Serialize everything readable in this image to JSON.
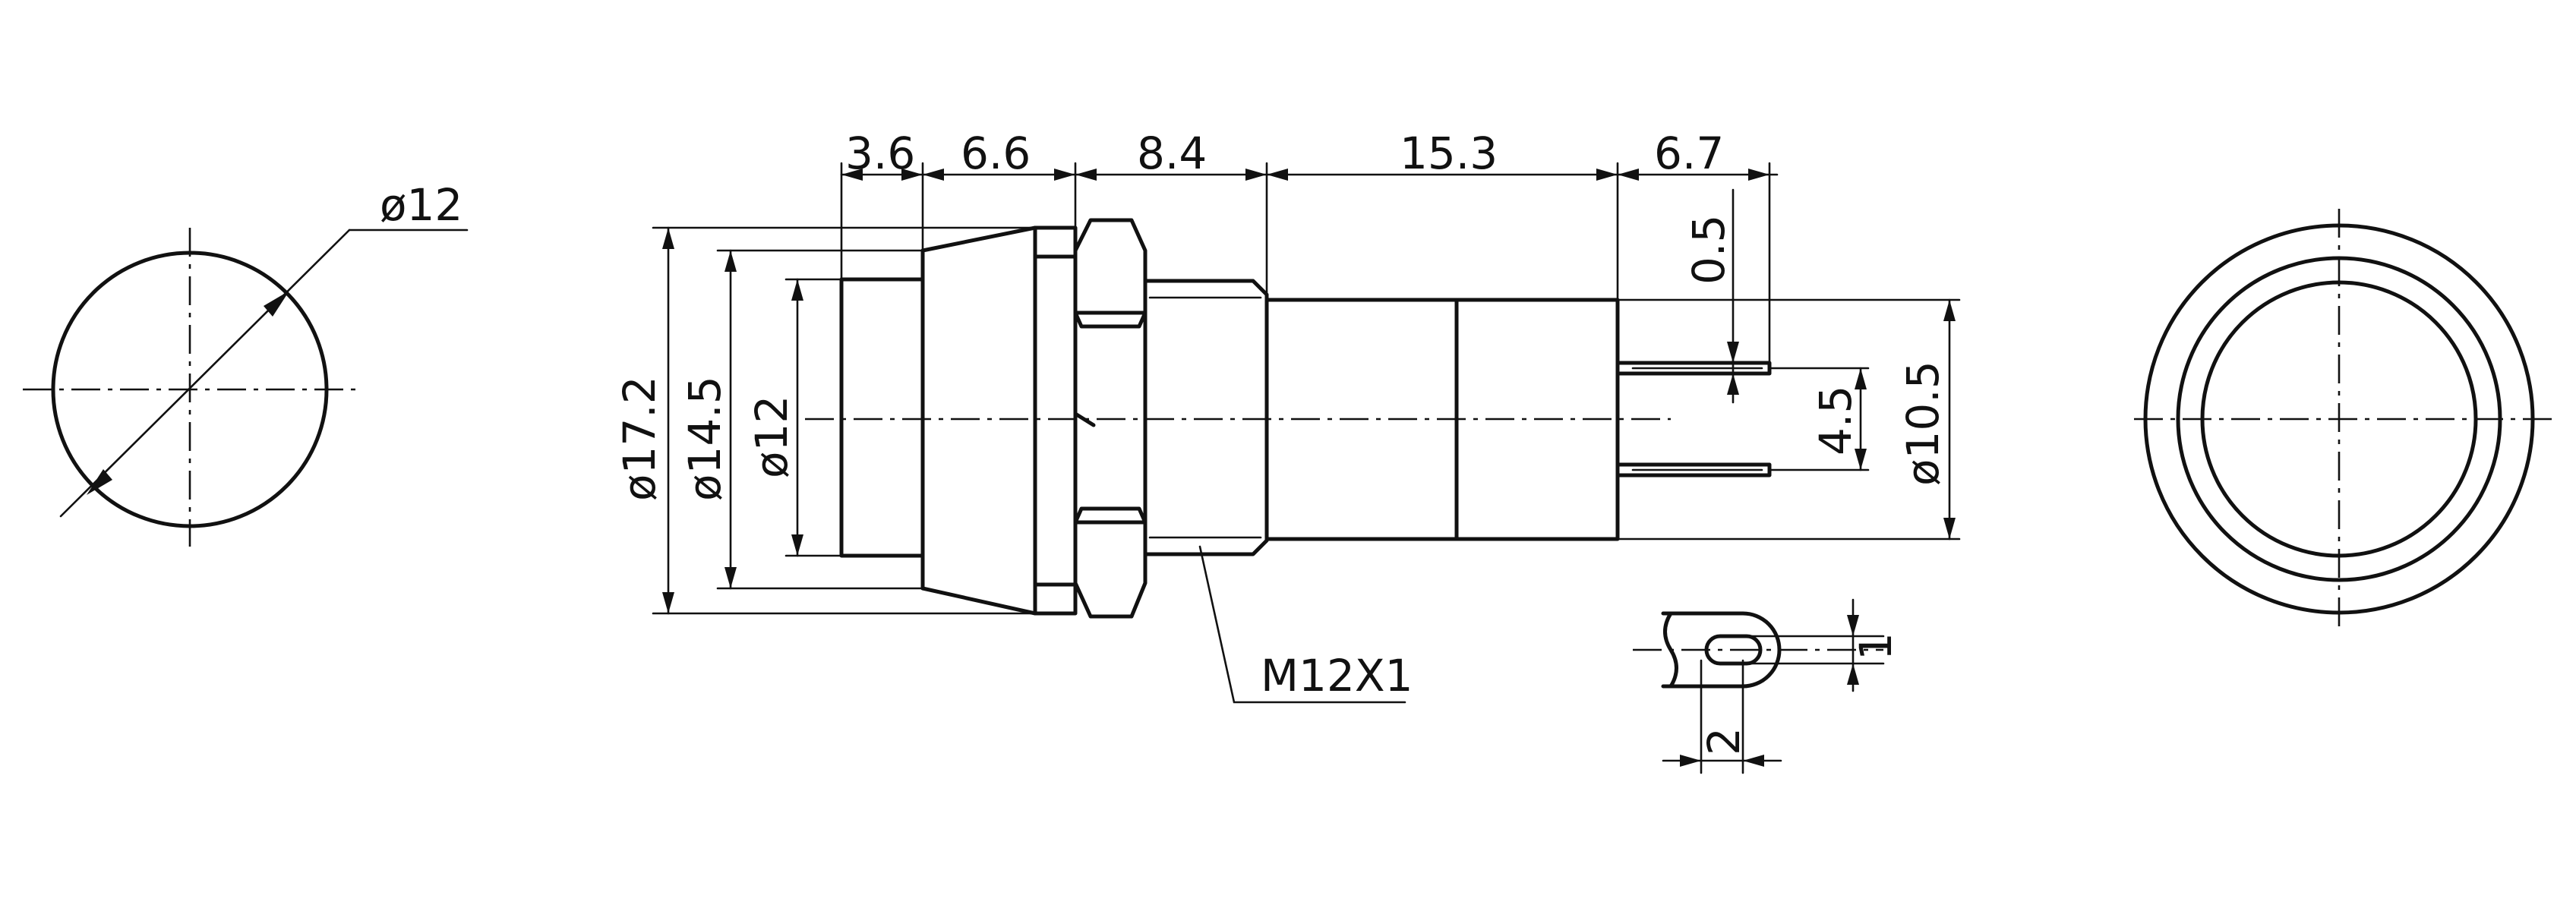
{
  "drawing": {
    "front_view": {
      "dia_label": "ø12"
    },
    "side_view": {
      "lengths": [
        "3.6",
        "6.6",
        "8.4",
        "15.3",
        "6.7"
      ],
      "diameters": [
        "ø17.2",
        "ø14.5",
        "ø12"
      ],
      "terminal_thickness": "0.5",
      "terminal_pitch": "4.5",
      "body_dia": "ø10.5",
      "thread": "M12X1"
    },
    "terminal_detail": {
      "hole_dia": "1",
      "width": "2"
    }
  }
}
